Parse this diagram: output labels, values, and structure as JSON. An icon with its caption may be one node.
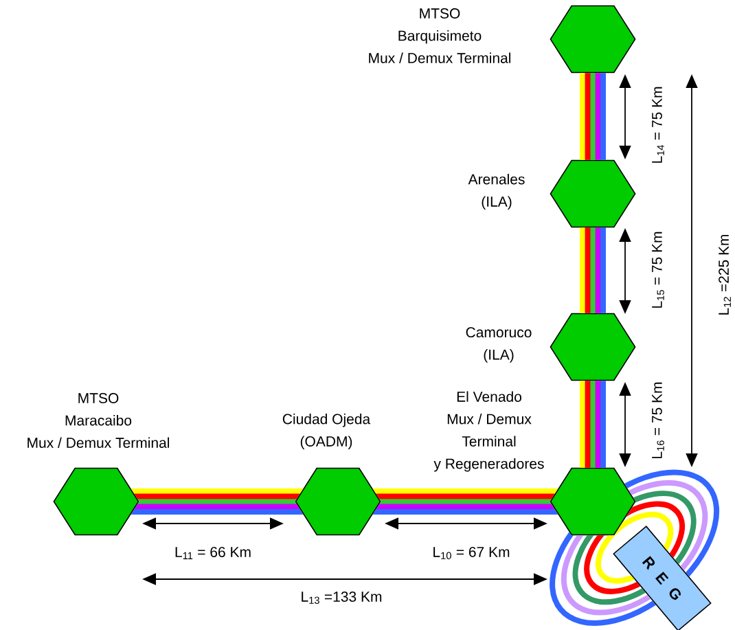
{
  "diagram": {
    "nodes": [
      {
        "text": [
          "MTSO",
          "Barquisimeto",
          "Mux / Demux Terminal"
        ]
      },
      {
        "text": [
          "Arenales",
          "(ILA)"
        ]
      },
      {
        "text": [
          "Camoruco",
          "(ILA)"
        ]
      },
      {
        "text": [
          "El Venado",
          "Mux / Demux",
          "Terminal",
          "y Regeneradores"
        ]
      },
      {
        "text": [
          "MTSO",
          "Maracaibo",
          "Mux / Demux Terminal"
        ]
      },
      {
        "text": [
          "Ciudad Ojeda",
          "(OADM)"
        ]
      },
      {
        "text": [
          "R E G"
        ]
      }
    ],
    "edges": [
      {
        "from": 0,
        "to": 1,
        "arrow": "none"
      },
      {
        "from": 1,
        "to": 2,
        "arrow": "none"
      },
      {
        "from": 2,
        "to": 3,
        "arrow": "none"
      },
      {
        "from": 4,
        "to": 5,
        "arrow": "none"
      },
      {
        "from": 5,
        "to": 3,
        "arrow": "none"
      },
      {
        "from": 3,
        "to": 6,
        "arrow": "none"
      }
    ],
    "labels": [
      "L$_{14}$ = 75 Km",
      "L$_{15}$ = 75 Km",
      "L$_{16}$ = 75 Km",
      "L$_{12}$ =225 Km",
      "L$_{11}$ = 66 Km",
      "L$_{10}$ = 67 Km",
      "L$_{13}$ =133 Km"
    ]
  }
}
